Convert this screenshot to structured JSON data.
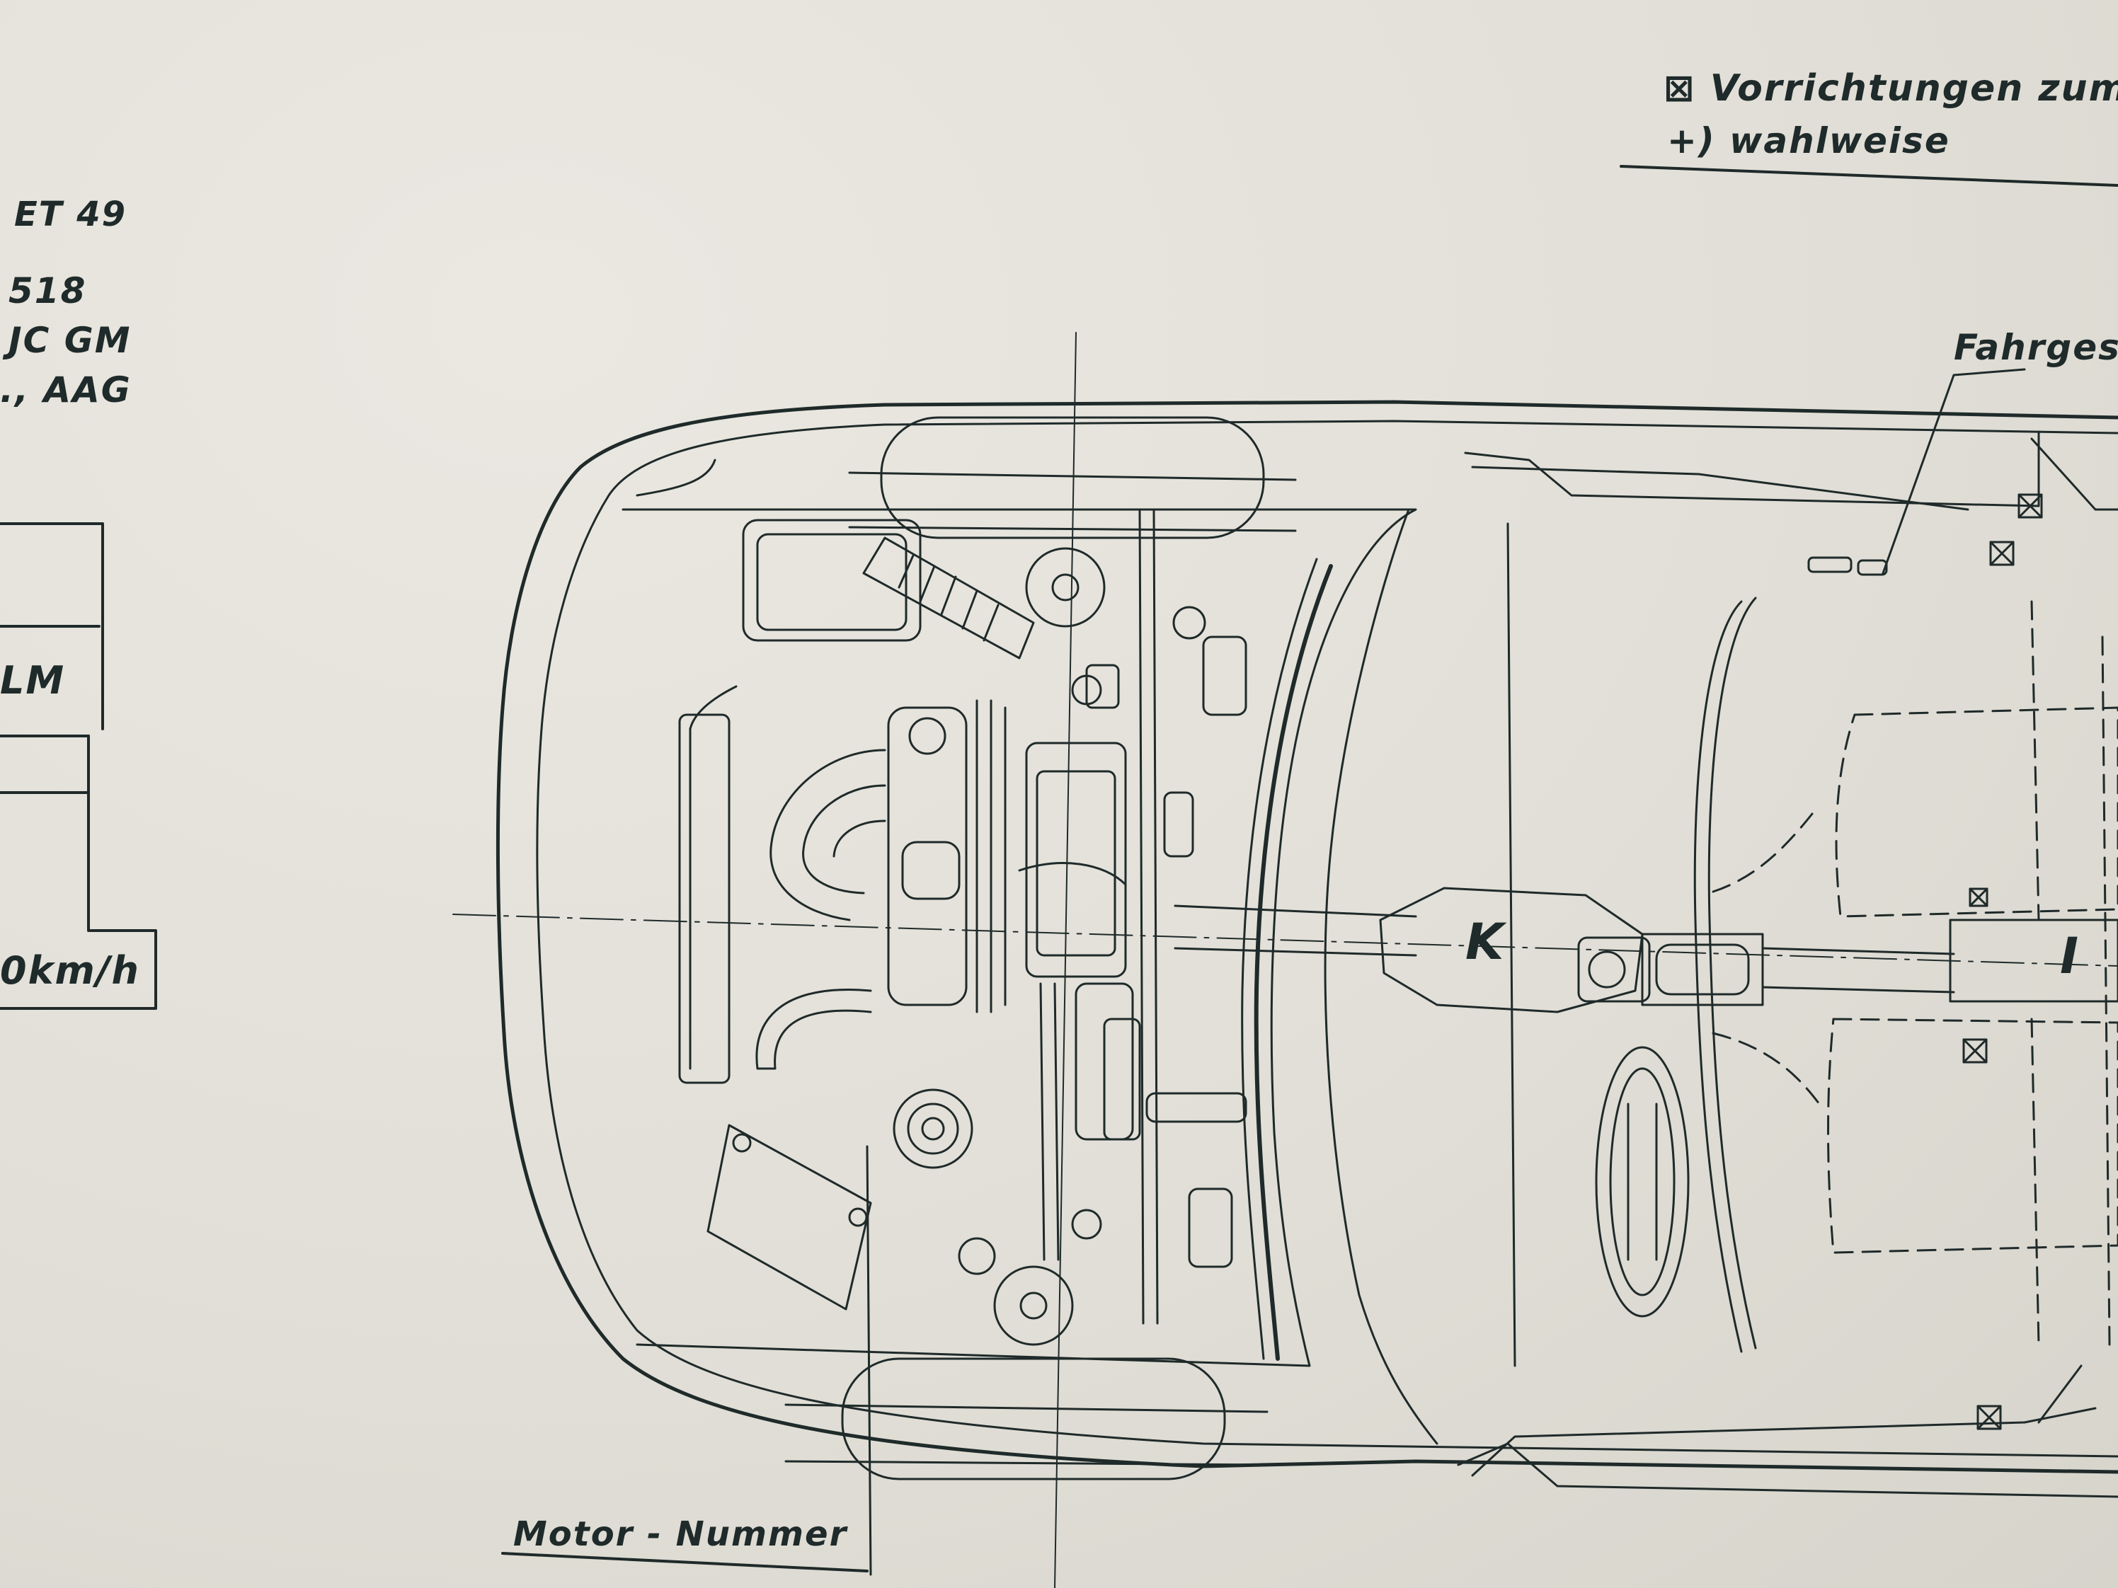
{
  "legend": {
    "symbol": "⊠",
    "line1": "Vorrichtungen zum",
    "line2": "+) wahlweise"
  },
  "left_text": {
    "code": "ET 49",
    "line1": "518",
    "line2": "JC GM",
    "line3": "., AAG"
  },
  "left_table": {
    "cell_lm": "LM",
    "speed": "0km/h"
  },
  "labels": {
    "chassis": "Fahrgest",
    "engine_number": "Motor - Nummer",
    "marker_k": "K",
    "marker_i": "I"
  },
  "colors": {
    "paper": "#e2e0d8",
    "ink": "#1f2a2a"
  }
}
